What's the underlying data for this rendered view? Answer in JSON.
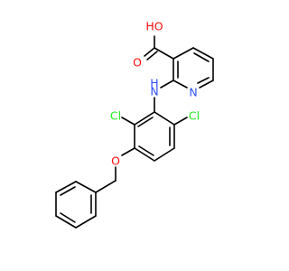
{
  "molecule": {
    "atoms": [
      {
        "id": "ho",
        "label": "HO",
        "color": "#ff0d0d",
        "anchor": "middle"
      },
      {
        "id": "o_carbonyl",
        "label": "O",
        "color": "#ff0d0d",
        "anchor": "middle"
      },
      {
        "id": "n_ring",
        "label": "N",
        "color": "#3050f8",
        "anchor": "middle"
      },
      {
        "id": "nh",
        "label": "H",
        "sub": "N",
        "color": "#3050f8",
        "anchor": "middle"
      },
      {
        "id": "cl_left",
        "label": "Cl",
        "color": "#1ff01f",
        "anchor": "middle"
      },
      {
        "id": "cl_right",
        "label": "Cl",
        "color": "#1ff01f",
        "anchor": "middle"
      },
      {
        "id": "o_ether",
        "label": "O",
        "color": "#ff0d0d",
        "anchor": "middle"
      }
    ]
  }
}
